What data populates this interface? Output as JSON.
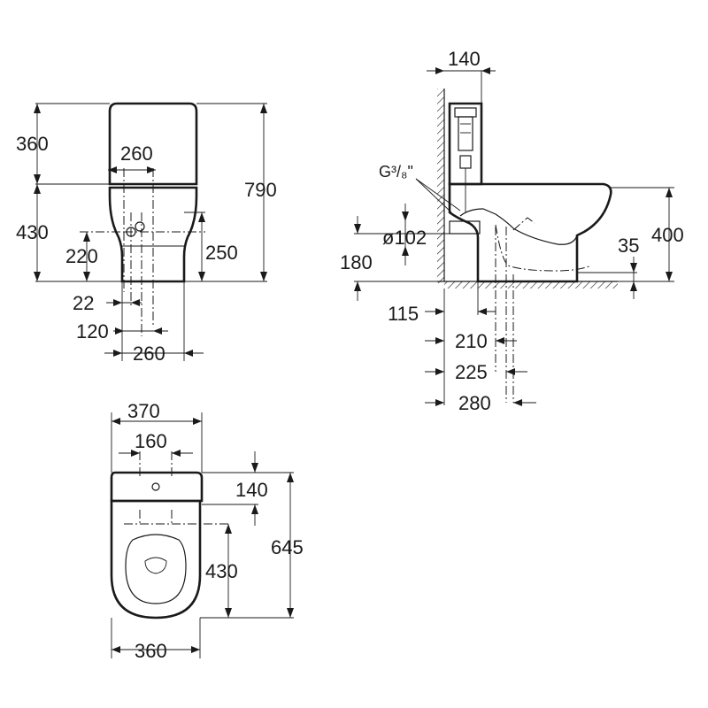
{
  "views": {
    "front": {
      "dims": {
        "tank_height": "360",
        "tank_inner_width": "260",
        "total_height": "790",
        "bowl_height": "430",
        "inlet_height_220": "220",
        "inlet_height_250": "250",
        "offset_22": "22",
        "offset_120": "120",
        "base_width": "260"
      }
    },
    "side": {
      "dims": {
        "tank_depth": "140",
        "supply": "G³/₈\"",
        "outlet_diameter": "ø102",
        "outlet_height": "180",
        "seat_height": "400",
        "floor_offset": "35",
        "wall_115": "115",
        "wall_210": "210",
        "wall_225": "225",
        "wall_280": "280"
      }
    },
    "top": {
      "dims": {
        "overall_width": "370",
        "tank_holes": "160",
        "tank_depth": "140",
        "overall_depth": "645",
        "bowl_depth": "430",
        "bowl_width": "360"
      }
    }
  },
  "colors": {
    "line": "#1a1a1a",
    "background": "#ffffff"
  }
}
